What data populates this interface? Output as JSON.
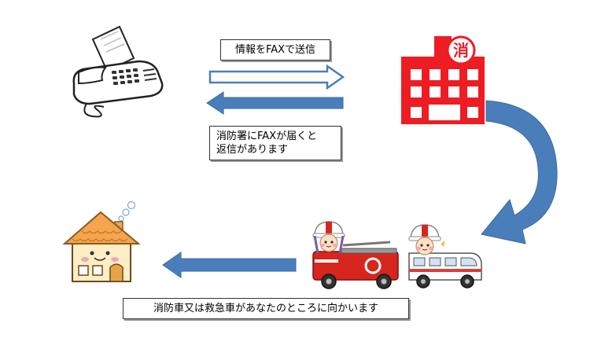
{
  "labels": {
    "send_fax": "情報をFAXで送信",
    "reply_line1": "消防署にFAXが届くと",
    "reply_line2": "返信があります",
    "dispatch": "消防車又は救急車があなたのところに向かいます"
  },
  "station": {
    "emblem_char": "消"
  },
  "colors": {
    "arrow_blue": "#4a7ebb",
    "station_red": "#ee1c23",
    "truck_red": "#d7261e",
    "house_roof": "#f5a64c",
    "house_wall": "#fdeec6"
  }
}
